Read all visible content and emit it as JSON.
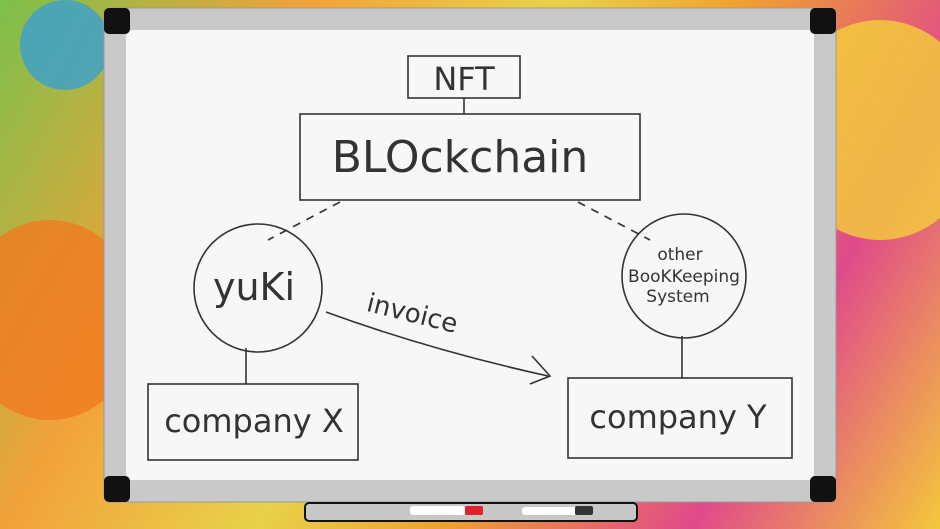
{
  "diagram": {
    "nft": "NFT",
    "blockchain": "BLOckchain",
    "yuki": "yuKi",
    "other_line1": "other",
    "other_line2": "BooKKeeping",
    "other_line3": "System",
    "invoice": "invoice",
    "company_x": "company X",
    "company_y": "company Y"
  },
  "colors": {
    "frame": "#c8c8c8",
    "board": "#f7f7f7",
    "ink": "#333333",
    "marker_red": "#e0202a",
    "marker_black": "#333333"
  }
}
